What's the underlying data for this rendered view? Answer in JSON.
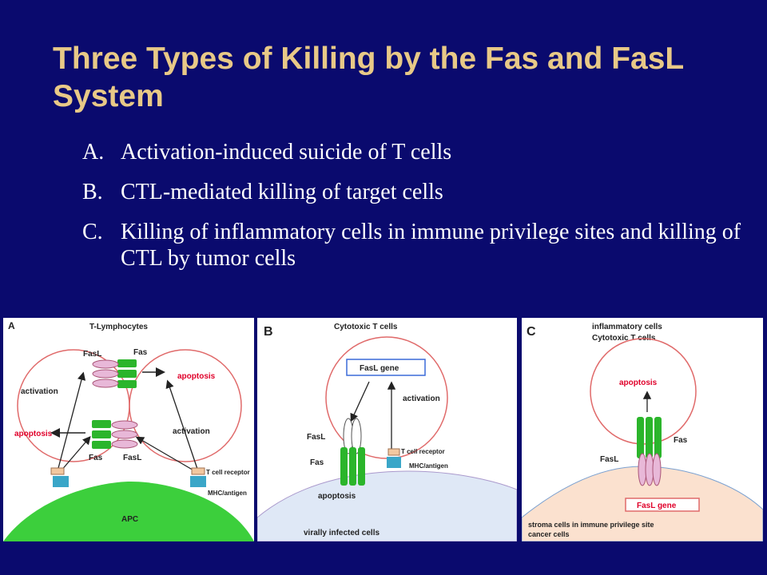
{
  "slide": {
    "title": "Three Types of Killing by the Fas and FasL System",
    "items": [
      {
        "marker": "A.",
        "text": "Activation-induced suicide of T cells"
      },
      {
        "marker": "B.",
        "text": "CTL-mediated killing of target cells"
      },
      {
        "marker": "C.",
        "text": "Killing of inflammatory cells in immune privilege sites and killing of CTL by tumor cells"
      }
    ]
  },
  "panel_a": {
    "letter": "A",
    "title": "T-Lymphocytes",
    "fasl_top": "FasL",
    "fas_top": "Fas",
    "activation_left": "activation",
    "apoptosis_right": "apoptosis",
    "apoptosis_left": "apoptosis",
    "activation_right": "activation",
    "fas_bottom": "Fas",
    "fasl_bottom": "FasL",
    "tcr": "T cell receptor",
    "mhc": "MHC/antigen",
    "apc": "APC"
  },
  "panel_b": {
    "letter": "B",
    "title": "Cytotoxic T cells",
    "gene": "FasL gene",
    "activation": "activation",
    "fasl": "FasL",
    "fas": "Fas",
    "tcr": "T cell receptor",
    "mhc": "MHC/antigen",
    "apoptosis": "apoptosis",
    "bottom": "virally infected cells"
  },
  "panel_c": {
    "letter": "C",
    "title1": "inflammatory cells",
    "title2": "Cytotoxic T cells",
    "apoptosis": "apoptosis",
    "fas": "Fas",
    "fasl": "FasL",
    "gene": "FasL gene",
    "bottom1": "stroma cells in immune privilege site",
    "bottom2": "cancer cells"
  },
  "colors": {
    "background": "#0a0a6e",
    "title": "#e8c987",
    "body_text": "#ffffff",
    "apoptosis_label": "#e0002a",
    "fas": "#2bb52b",
    "fasl": "#e8b8d8",
    "cell_outline": "#e06a6a",
    "apc": "#3ccf3c",
    "infected_cell": "#dfe8f6",
    "stroma_cell": "#fbe1cf"
  }
}
